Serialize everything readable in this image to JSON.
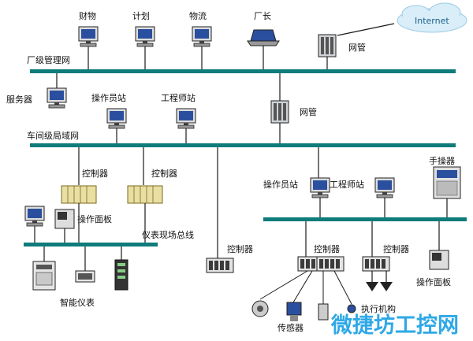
{
  "labels": {
    "caiwu": "财物",
    "jihua": "计划",
    "wuliu": "物流",
    "changzhang": "厂长",
    "internet": "Internet",
    "wangguan_top": "网管",
    "factory_net": "厂级管理网",
    "server": "服务器",
    "operator_station": "操作员站",
    "engineer_station": "工程师站",
    "wangguan_mid": "网管",
    "workshop_net": "车间级局域网",
    "controller_1": "控制器",
    "controller_2": "控制器",
    "operator_panel_left": "操作面板",
    "fieldbus": "仪表现场总线",
    "controller_3": "控制器",
    "smart_instruments": "智能仪表",
    "operator_station_right": "操作员站",
    "engineer_station_right": "工程师站",
    "handheld": "手操器",
    "controller_4": "控制器",
    "controller_5": "控制器",
    "operator_panel_right": "操作面板",
    "actuator": "执行机构",
    "sensor": "传感器",
    "watermark": "微捷坊工控网"
  },
  "colors": {
    "bus": "#0f7b7b",
    "wire": "#1a1a1a",
    "cloud": "#d9eef8",
    "watermark": "#2ea8e6"
  }
}
